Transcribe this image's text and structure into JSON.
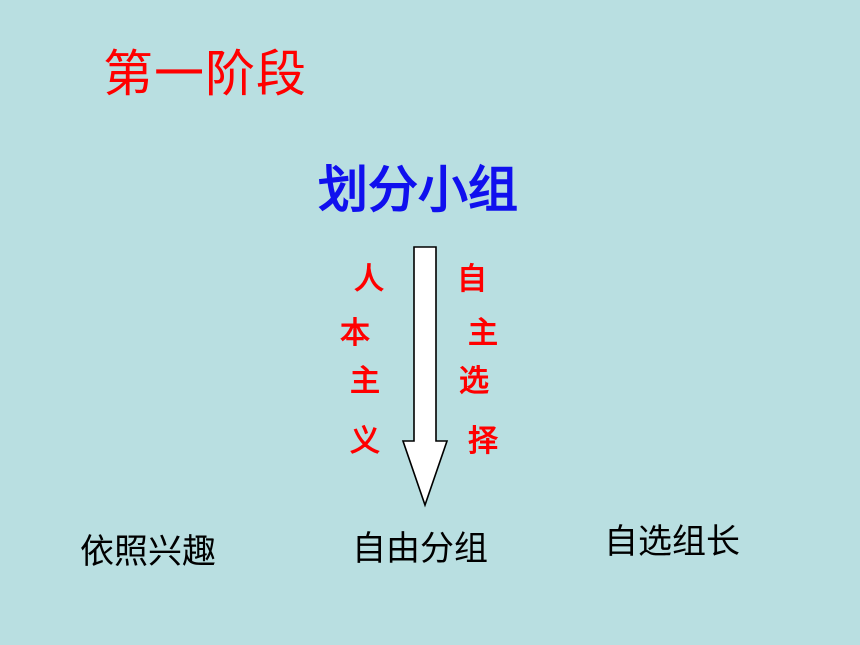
{
  "stage_title": "第一阶段",
  "main_title": "划分小组",
  "left_column": [
    "人",
    "本",
    "主",
    "义"
  ],
  "right_column": [
    "自",
    "主",
    "选",
    "择"
  ],
  "bottom_labels": [
    "依照兴趣",
    "自由分组",
    "自选组长"
  ],
  "colors": {
    "background": "#b9dfe1",
    "stage_title": "#ff0000",
    "main_title": "#1010ee",
    "side_text": "#ff0000",
    "bottom_text": "#000000",
    "arrow_fill": "#ffffff",
    "arrow_stroke": "#000000"
  },
  "icons": {
    "arrow": "down-arrow-icon"
  }
}
